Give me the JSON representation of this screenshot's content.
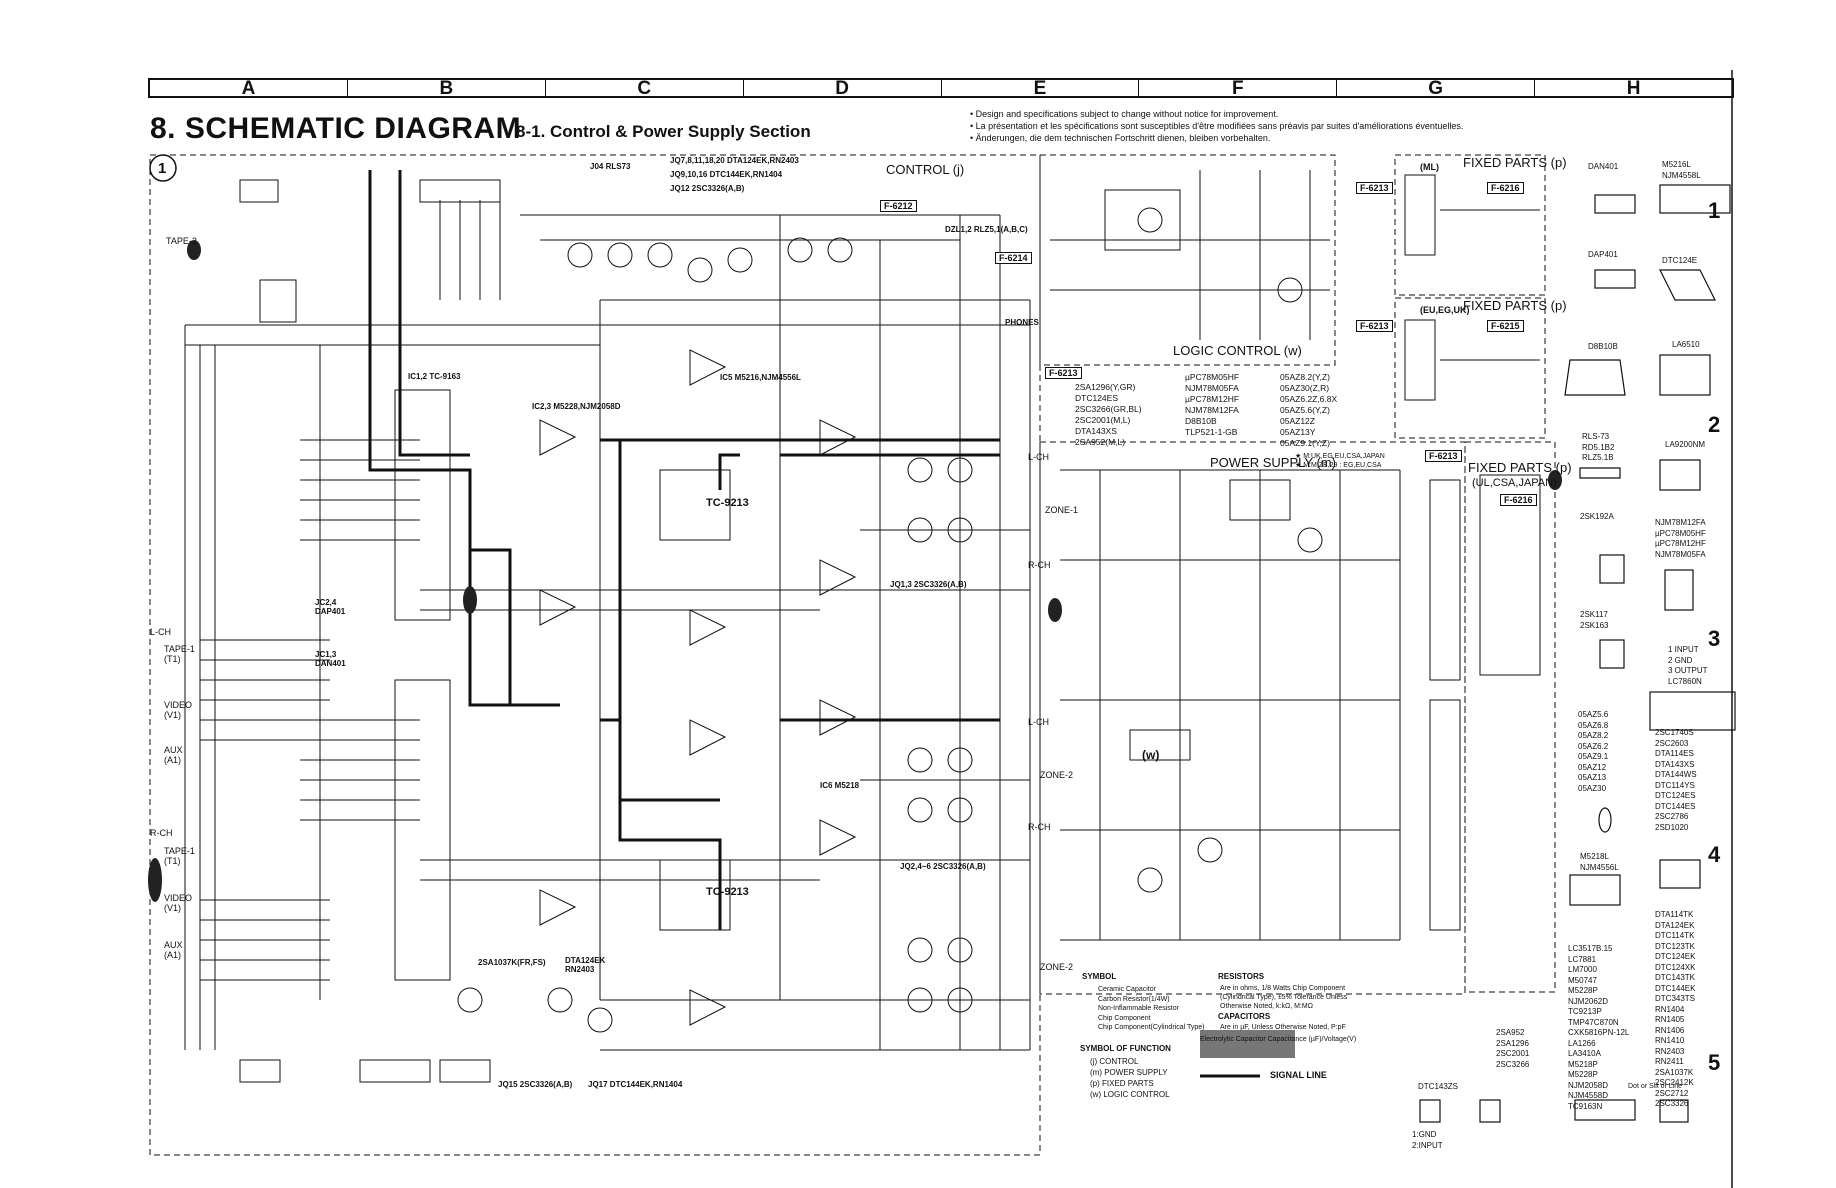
{
  "grid": {
    "columns": [
      "A",
      "B",
      "C",
      "D",
      "E",
      "F",
      "G",
      "H"
    ],
    "rows": [
      "1",
      "2",
      "3",
      "4",
      "5"
    ]
  },
  "header": {
    "title": "8. SCHEMATIC DIAGRAM",
    "subtitle": "8-1. Control & Power Supply Section",
    "notes": [
      "• Design and specifications subject to change without notice for improvement.",
      "• La présentation et les spécifications sont susceptibles d'être modifiées sans préavis par suites d'améliorations éventuelles.",
      "• Änderungen, die dem technischen Fortschritt dienen, bleiben vorbehalten."
    ],
    "sheet_marker": "1"
  },
  "sections": {
    "control": "CONTROL (j)",
    "logic_control": "LOGIC CONTROL (w)",
    "power_supply": "POWER SUPPLY (m)",
    "fixed_parts_1": "FIXED PARTS (p)",
    "fixed_parts_2": "FIXED PARTS (p)",
    "fixed_parts_3": "FIXED PARTS (p)",
    "fixed_parts_3_sub": "(UL,CSA,JAPAN)"
  },
  "connectors": {
    "f6212": "F-6212",
    "f6214": "F-6214",
    "f6213_a": "F-6213",
    "f6213_b": "F-6213",
    "f6213_c": "F-6213",
    "f6216_a": "F-6216",
    "f6216_b": "F-6216",
    "f6215": "F-6215",
    "f6214_box": "F-6214"
  },
  "region_tags": {
    "ml": "(ML)",
    "eu": "(EU,EG,UK)",
    "w": "(w)"
  },
  "ic_labels": {
    "tc9163": "IC1,2  TC-9163",
    "tc9213_a": "TC-9213",
    "tc9213_b": "TC-9213",
    "m5228": "IC2,3 M5228,NJM2058D",
    "m5216": "IC5 M5216,NJM4556L",
    "m5218": "IC6 M5218",
    "dap401": "JC2,4\nDAP401",
    "dan401": "JC1,3\nDAN401",
    "rls73": "J04 RLS73",
    "dta124": "JQ7,8,11,18,20 DTA124EK,RN2403",
    "dtc144": "JQ9,10,16  DTC144EK,RN1404",
    "c3326_top": "JQ12       2SC3326(A,B)",
    "c3326_mid": "JQ1,3  2SC3326(A,B)",
    "c3326_bot": "JQ2,4~6  2SC3326(A,B)",
    "a1037": "2SA1037K(FR,FS)",
    "dta124_b": "DTA124EK\nRN2403",
    "c3326_foot": "JQ15 2SC3326(A,B)",
    "dtc144_foot": "JQ17 DTC144EK,RN1404",
    "rlz5": "DZL1,2 RLZ5,1(A,B,C)",
    "phones": "PHONES"
  },
  "channel_labels": {
    "lch_1": "L-CH",
    "rch_1": "R-CH",
    "lch_2": "L-CH",
    "rch_2": "R-CH",
    "zone1": "ZONE-1",
    "zone2": "ZONE-2",
    "zone2b": "ZONE-2",
    "tape1": "TAPE-1\n(T1)",
    "tape1b": "TAPE-1\n(T1)",
    "video": "VIDEO\n(V1)",
    "videob": "VIDEO\n(V1)",
    "aux": "AUX\n(A1)",
    "auxb": "AUX\n(A1)",
    "lch_in": "L-CH",
    "rch_in": "R-CH",
    "tape2": "TAPE-2"
  },
  "logic_table": [
    [
      "2SA1296(Y,GR)",
      "µPC78M05HF",
      "05AZ8.2(Y,Z)"
    ],
    [
      "DTC124ES",
      "NJM78M05FA",
      "05AZ30(Z,R)"
    ],
    [
      "2SC3266(GR,BL)",
      "µPC78M12HF",
      "05AZ6.2Z,6.8X"
    ],
    [
      "2SC2001(M,L)",
      "NJM78M12FA",
      "05AZ5.6(Y,Z)"
    ],
    [
      "DTA143XS",
      "D8B10B",
      "05AZ12Z"
    ],
    [
      "2SA952(M,L)",
      "TLP521-1-GB",
      "05AZ13Y"
    ],
    [
      "",
      "",
      "05AZ9.1(Y,Z)"
    ]
  ],
  "logic_table_title": "F-6213",
  "power_notes": [
    "★ M:UK,EG,EU,CSA,JAPAN",
    "★ M:M,ZB,29 : EG,EU,CSA"
  ],
  "right_parts": {
    "dan401": "DAN401",
    "m5216l": "M5216L\nNJM4558L",
    "dap401": "DAP401",
    "dtc124e": "DTC124E",
    "d8b10b": "D8B10B",
    "la6510": "LA6510",
    "rls73": "RLS-73\nRD5.1B2\nRLZ5.1B",
    "la9200nm": "LA9200NM",
    "2sk192a": "2SK192A",
    "regs": "NJM78M12FA\nµPC78M05HF\nµPC78M12HF\nNJM78M05FA",
    "2sk117": "2SK117\n2SK163",
    "pin_notes": "1 INPUT\n2 GND\n3 OUTPUT",
    "lc7860n": "LC7860N",
    "zeners": "05AZ5.6\n05AZ6.8\n05AZ8.2\n05AZ6.2\n05AZ9.1\n05AZ12\n05AZ13\n05AZ30",
    "transistors": "2SC1740S\n2SC2603\nDTA114ES\nDTA143XS\nDTA144WS\nDTC114YS\nDTC124ES\nDTC144ES\n2SC2786\n2SD1020",
    "m5218l": "M5218L\nNJM4556L",
    "chip_a": "DTA114TK\nDTA124EK\nDTC114TK\nDTC123TK\nDTC124EK\nDTC124XK\nDTC143TK\nDTC144EK\nDTC343TS\nRN1404\nRN1405\nRN1406\nRN1410\nRN2403\nRN2411\n2SA1037K\n2SC2412K\n2SC2712\n2SC3326",
    "chip_b": "LC3517B.15\nLC7881\nLM7000\nM50747\nM5228P\nNJM2062D\nTC9213P\nTMP47C870N\nCXK5816PN-12L\nLA1266\nLA3410A\nM5218P\nM5228P\nNJM2058D\nNJM4558D\nTC9163N",
    "chip_c": "2SA952\n2SA1296\n2SC2001\n2SC3266",
    "dtc143zs": "DTC143ZS",
    "gnd_note": "1:GND\n2:INPUT",
    "dot_note": "Dot or Slit or Line"
  },
  "legend": {
    "symbol_title": "SYMBOL",
    "symbols": [
      "Ceramic Capacitor",
      "Carbon Resistor(1/4W)",
      "Non-Inflammable Resistor",
      "Chip Component",
      "Chip Component(Cylindrical Type)"
    ],
    "resistors_title": "RESISTORS",
    "resistors_text": "Are in ohms, 1/8 Watts Chip Component\n(Cylindrical Type), ±5% Tolerance Unless\nOtherwise Noted, k:kΩ, M:MΩ",
    "capacitors_title": "CAPACITORS",
    "capacitors_text": "Are in µF, Unless Otherwise Noted, P:pF",
    "electrolytic": "Electrolytic Capacitor Capacitance (µF)/Voltage(V)",
    "function_title": "SYMBOL OF FUNCTION",
    "functions": [
      "(j)  CONTROL",
      "(m)  POWER SUPPLY",
      "(p)  FIXED PARTS",
      "(w)  LOGIC CONTROL"
    ],
    "signal_line": "SIGNAL LINE"
  }
}
